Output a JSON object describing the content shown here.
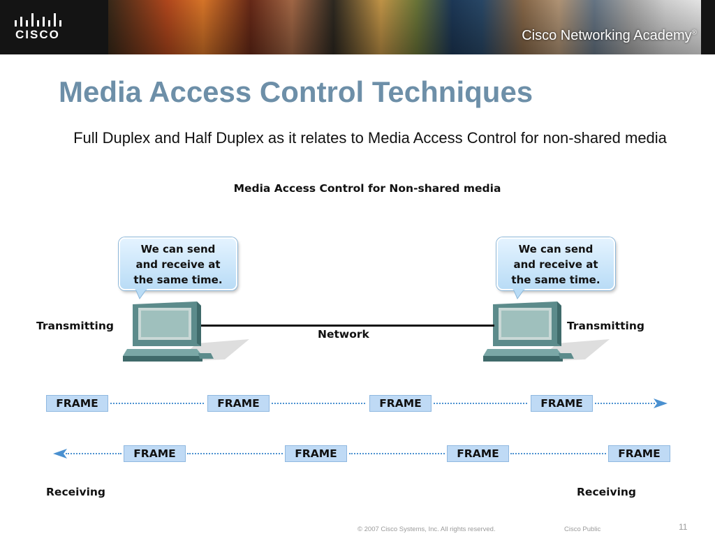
{
  "header": {
    "logo_text": "CISCO",
    "academy": "Cisco Networking Academy",
    "academy_mark": "®"
  },
  "slide": {
    "title": "Media Access Control Techniques",
    "subtitle": "Full Duplex and Half Duplex as it relates to Media Access Control for non-shared media"
  },
  "diagram": {
    "title": "Media Access Control for Non-shared media",
    "left_bubble": "We can send\nand receive at\nthe same time.",
    "right_bubble": "We can send\nand receive at\nthe same time.",
    "left_label": "Transmitting",
    "right_label": "Transmitting",
    "network_label": "Network",
    "frames_top": [
      "FRAME",
      "FRAME",
      "FRAME",
      "FRAME"
    ],
    "frames_bottom": [
      "FRAME",
      "FRAME",
      "FRAME",
      "FRAME"
    ],
    "receiving_left": "Receiving",
    "receiving_right": "Receiving",
    "colors": {
      "frame_fill": "#bfdaf5",
      "arrow": "#4a90d0",
      "title": "#6d8fa8"
    }
  },
  "footer": {
    "copyright": "© 2007 Cisco Systems, Inc. All rights reserved.",
    "classification": "Cisco Public",
    "page_number": "11"
  }
}
